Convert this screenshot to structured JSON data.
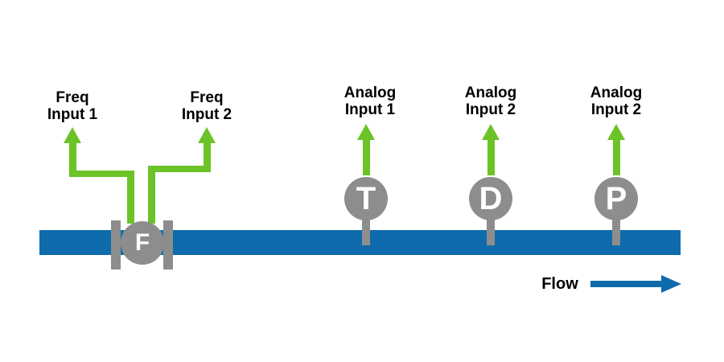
{
  "colors": {
    "pipe_blue": "#0e6bac",
    "signal_green": "#6cc327",
    "device_gray": "#8d8d8d",
    "label_text": "#000000",
    "device_letter": "#ffffff"
  },
  "labels": {
    "freq_input_1": {
      "line1": "Freq",
      "line2": "Input 1"
    },
    "freq_input_2": {
      "line1": "Freq",
      "line2": "Input 2"
    },
    "analog_input_1": {
      "line1": "Analog",
      "line2": "Input 1"
    },
    "analog_input_2": {
      "line1": "Analog",
      "line2": "Input 2"
    },
    "analog_input_3": {
      "line1": "Analog",
      "line2": "Input 2"
    }
  },
  "devices": {
    "flow_meter": {
      "letter": "F"
    },
    "sensor_t": {
      "letter": "T"
    },
    "sensor_d": {
      "letter": "D"
    },
    "sensor_p": {
      "letter": "P"
    }
  },
  "flow": {
    "label": "Flow"
  }
}
